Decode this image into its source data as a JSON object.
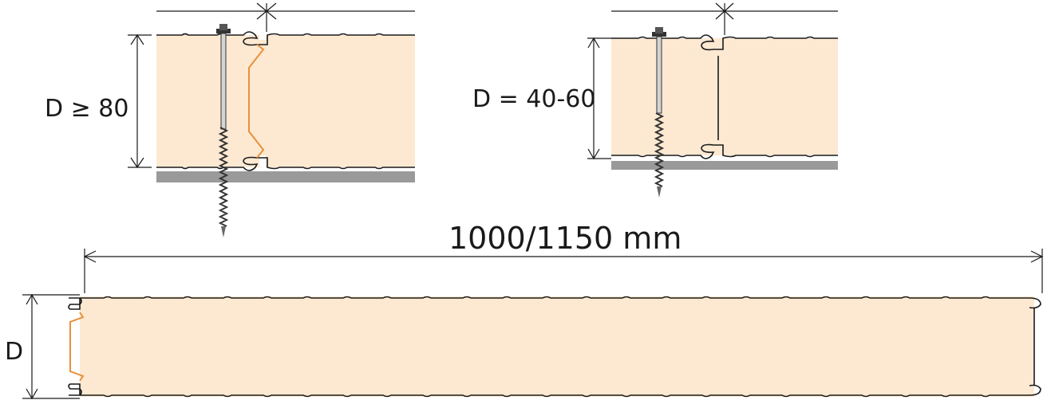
{
  "labels": {
    "thickness_thick": "D ≥ 80",
    "thickness_thin": "D = 40-60",
    "panel_width": "1000/1150 mm",
    "thickness_generic": "D"
  },
  "colors": {
    "core": "#fde9d2",
    "gasket": "#e8903a",
    "support": "#9a9a9a",
    "line": "#1a1a1a"
  }
}
